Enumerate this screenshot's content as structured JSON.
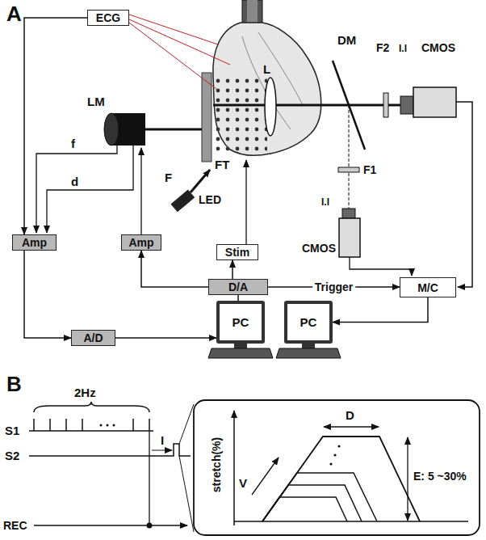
{
  "diagram": {
    "nodes": [
      {
        "text": [
          "ECG"
        ]
      },
      {
        "text": [
          "Amp"
        ]
      },
      {
        "text": [
          "Amp"
        ]
      },
      {
        "text": [
          "Stim"
        ]
      },
      {
        "text": [
          "D/A"
        ]
      },
      {
        "text": [
          "A/D"
        ]
      },
      {
        "text": [
          "PC"
        ]
      },
      {
        "text": [
          "PC"
        ]
      },
      {
        "text": [
          "M/C"
        ]
      }
    ],
    "edges": [
      {
        "from": 0,
        "to": 1,
        "arrow": "to"
      },
      {
        "from": 1,
        "to": 5,
        "arrow": "to"
      },
      {
        "from": 4,
        "to": 2,
        "arrow": "to"
      },
      {
        "from": 4,
        "to": 3,
        "arrow": "to"
      },
      {
        "from": 4,
        "to": 8,
        "label": "Trigger",
        "arrow": "to"
      },
      {
        "from": 8,
        "to": 7,
        "arrow": "to"
      },
      {
        "from": 5,
        "to": 6,
        "arrow": "to"
      },
      {
        "from": 6,
        "to": 4,
        "arrow": "none"
      }
    ],
    "labels": [
      "A",
      "LM",
      "f",
      "d",
      "FT",
      "F",
      "LED",
      "L",
      "DM",
      "F2",
      "I.I",
      "CMOS",
      "F1",
      "I.I",
      "CMOS",
      "B",
      "2Hz",
      "S1",
      "S2",
      "I",
      "REC",
      "stretch(%)",
      "D",
      "V",
      "E: 5 ~30%"
    ]
  }
}
